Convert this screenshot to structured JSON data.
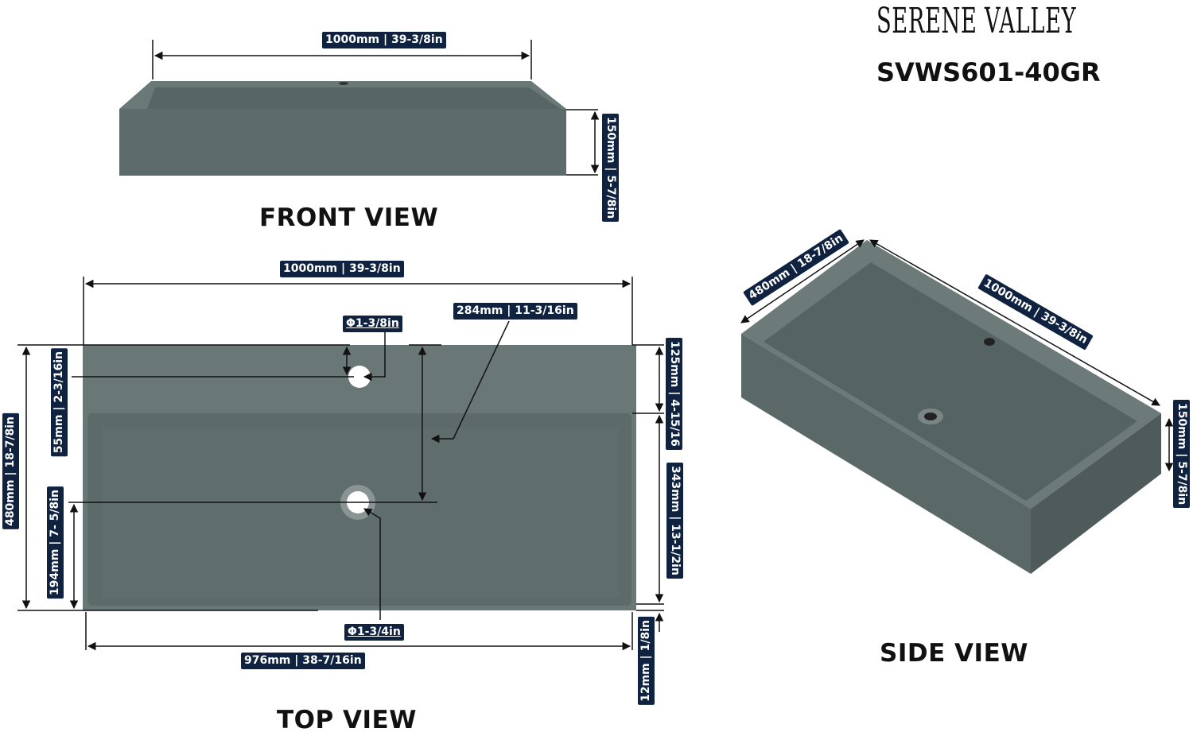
{
  "brand": "SERENE VALLEY",
  "model": "SVWS601-40GR",
  "views": {
    "front": "FRONT VIEW",
    "top": "TOP VIEW",
    "side": "SIDE VIEW"
  },
  "front": {
    "width": "1000mm | 39-3/8in",
    "height": "150mm | 5-7/8in"
  },
  "top": {
    "width": "1000mm | 39-3/8in",
    "faucet_hole": "Φ1-3/8in",
    "drain_offset": "284mm | 11-3/16in",
    "depth": "480mm | 18-7/8in",
    "faucet_offset": "55mm | 2-3/16in",
    "drain_from_front": "194mm | 7- 5/8in",
    "back_deck": "125mm | 4-15/16",
    "bowl_depth": "343mm | 13-1/2in",
    "drain_hole": "Φ1-3/4in",
    "bowl_width": "976mm | 38-7/16in",
    "wall": "12mm | 1/8in"
  },
  "side": {
    "depth": "480mm | 18-7/8in",
    "width": "1000mm | 39-3/8in",
    "height": "150mm | 5-7/8in"
  },
  "colors": {
    "sink": "#5f6c6c",
    "label": "#0f2240"
  }
}
